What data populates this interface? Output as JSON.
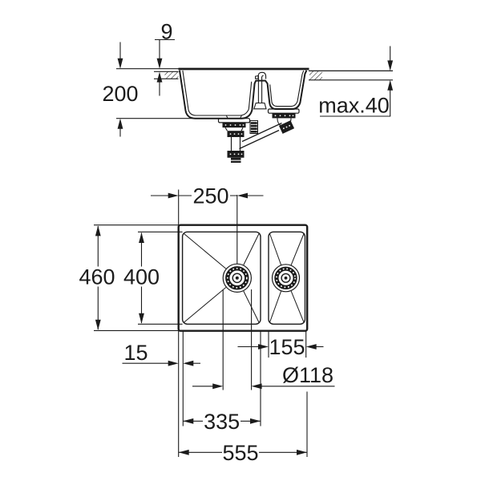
{
  "section_view": {
    "labels": {
      "rim_height_above_worktop": "9",
      "bowl_depth": "200",
      "max_worktop_thickness": "max.40"
    }
  },
  "plan_view": {
    "labels": {
      "drain_center_from_left_edge": "250",
      "overall_depth": "460",
      "bowl_inner_depth": "400",
      "left_edge_to_bowl": "15",
      "small_bowl_inner_width": "155",
      "drain_diameter": "Ø118",
      "main_bowl_inner_width": "335",
      "overall_width": "555"
    }
  },
  "colors": {
    "line_color": "#1b1b1b",
    "background": "#ffffff"
  }
}
